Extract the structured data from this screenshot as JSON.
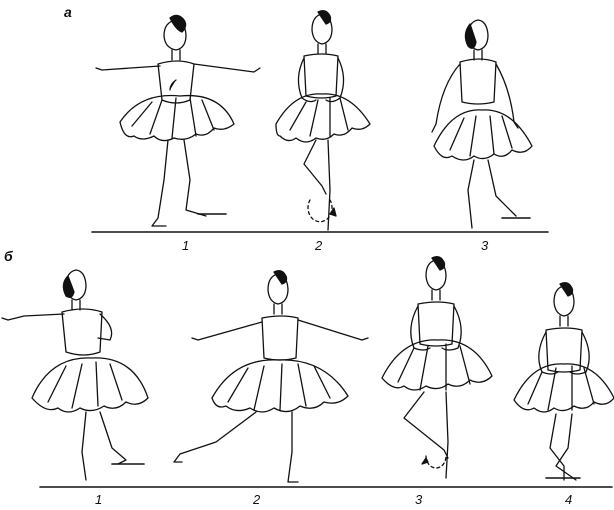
{
  "section_a": {
    "label": "а",
    "figures": [
      {
        "number": "1"
      },
      {
        "number": "2"
      },
      {
        "number": "3"
      }
    ]
  },
  "section_b": {
    "label": "б",
    "figures": [
      {
        "number": "1"
      },
      {
        "number": "2"
      },
      {
        "number": "3"
      },
      {
        "number": "4"
      }
    ]
  },
  "colors": {
    "ink": "#111111",
    "paper": "#ffffff"
  },
  "icons": [
    "ballerina-figure",
    "floor-line",
    "rotation-arrow"
  ]
}
